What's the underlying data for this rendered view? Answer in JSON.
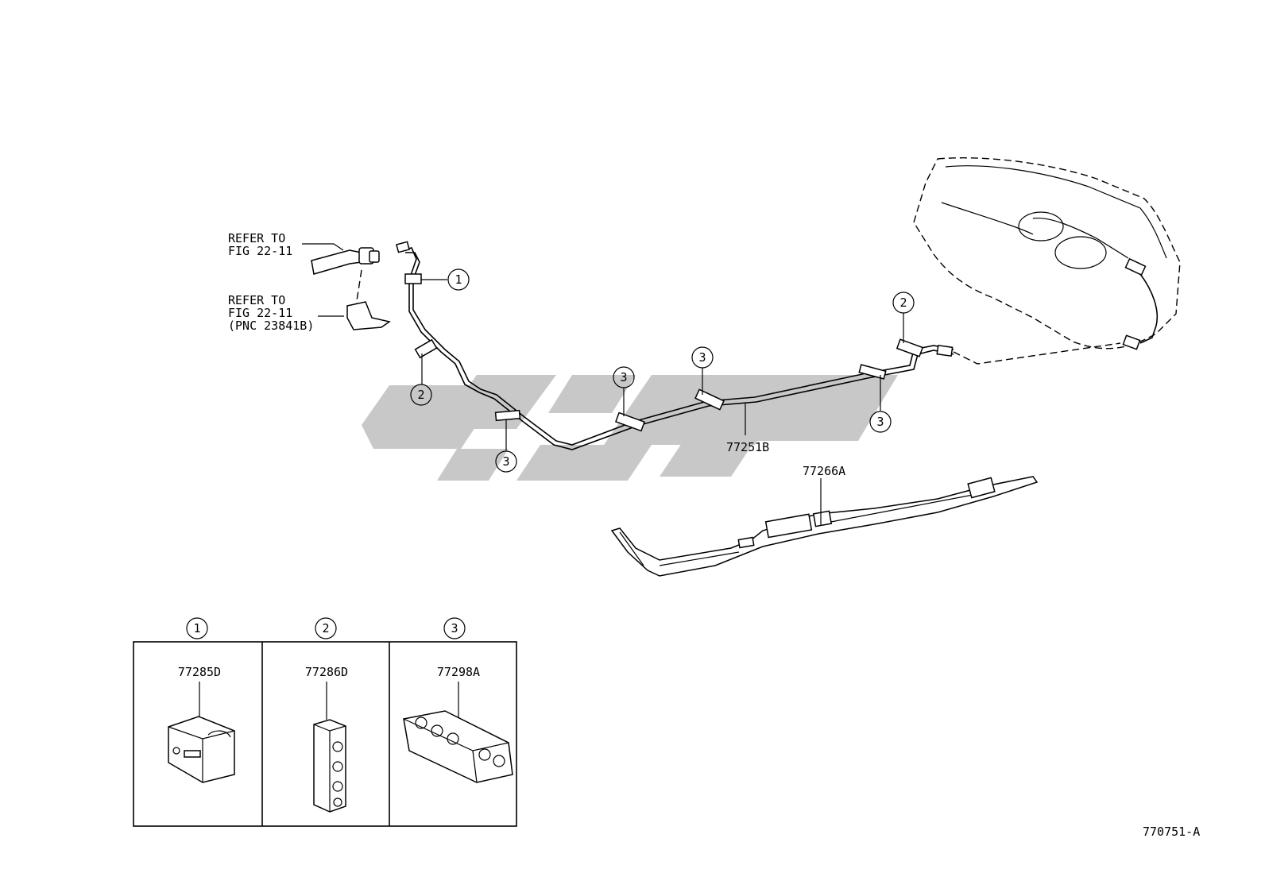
{
  "refs": [
    {
      "line1": "REFER TO",
      "line2": "FIG 22-11",
      "line3": ""
    },
    {
      "line1": "REFER TO",
      "line2": "FIG 22-11",
      "line3": "(PNC 23841B)"
    }
  ],
  "callouts": {
    "c1": "1",
    "c2": "2",
    "c3": "3"
  },
  "parts": {
    "fuel_tube": "77251B",
    "protector": "77266A",
    "clamp_1": "77285D",
    "clamp_2": "77286D",
    "clamp_3": "77298A"
  },
  "legend": [
    {
      "marker": "1",
      "part": "77285D"
    },
    {
      "marker": "2",
      "part": "77286D"
    },
    {
      "marker": "3",
      "part": "77298A"
    }
  ],
  "figure_id": "770751-A"
}
